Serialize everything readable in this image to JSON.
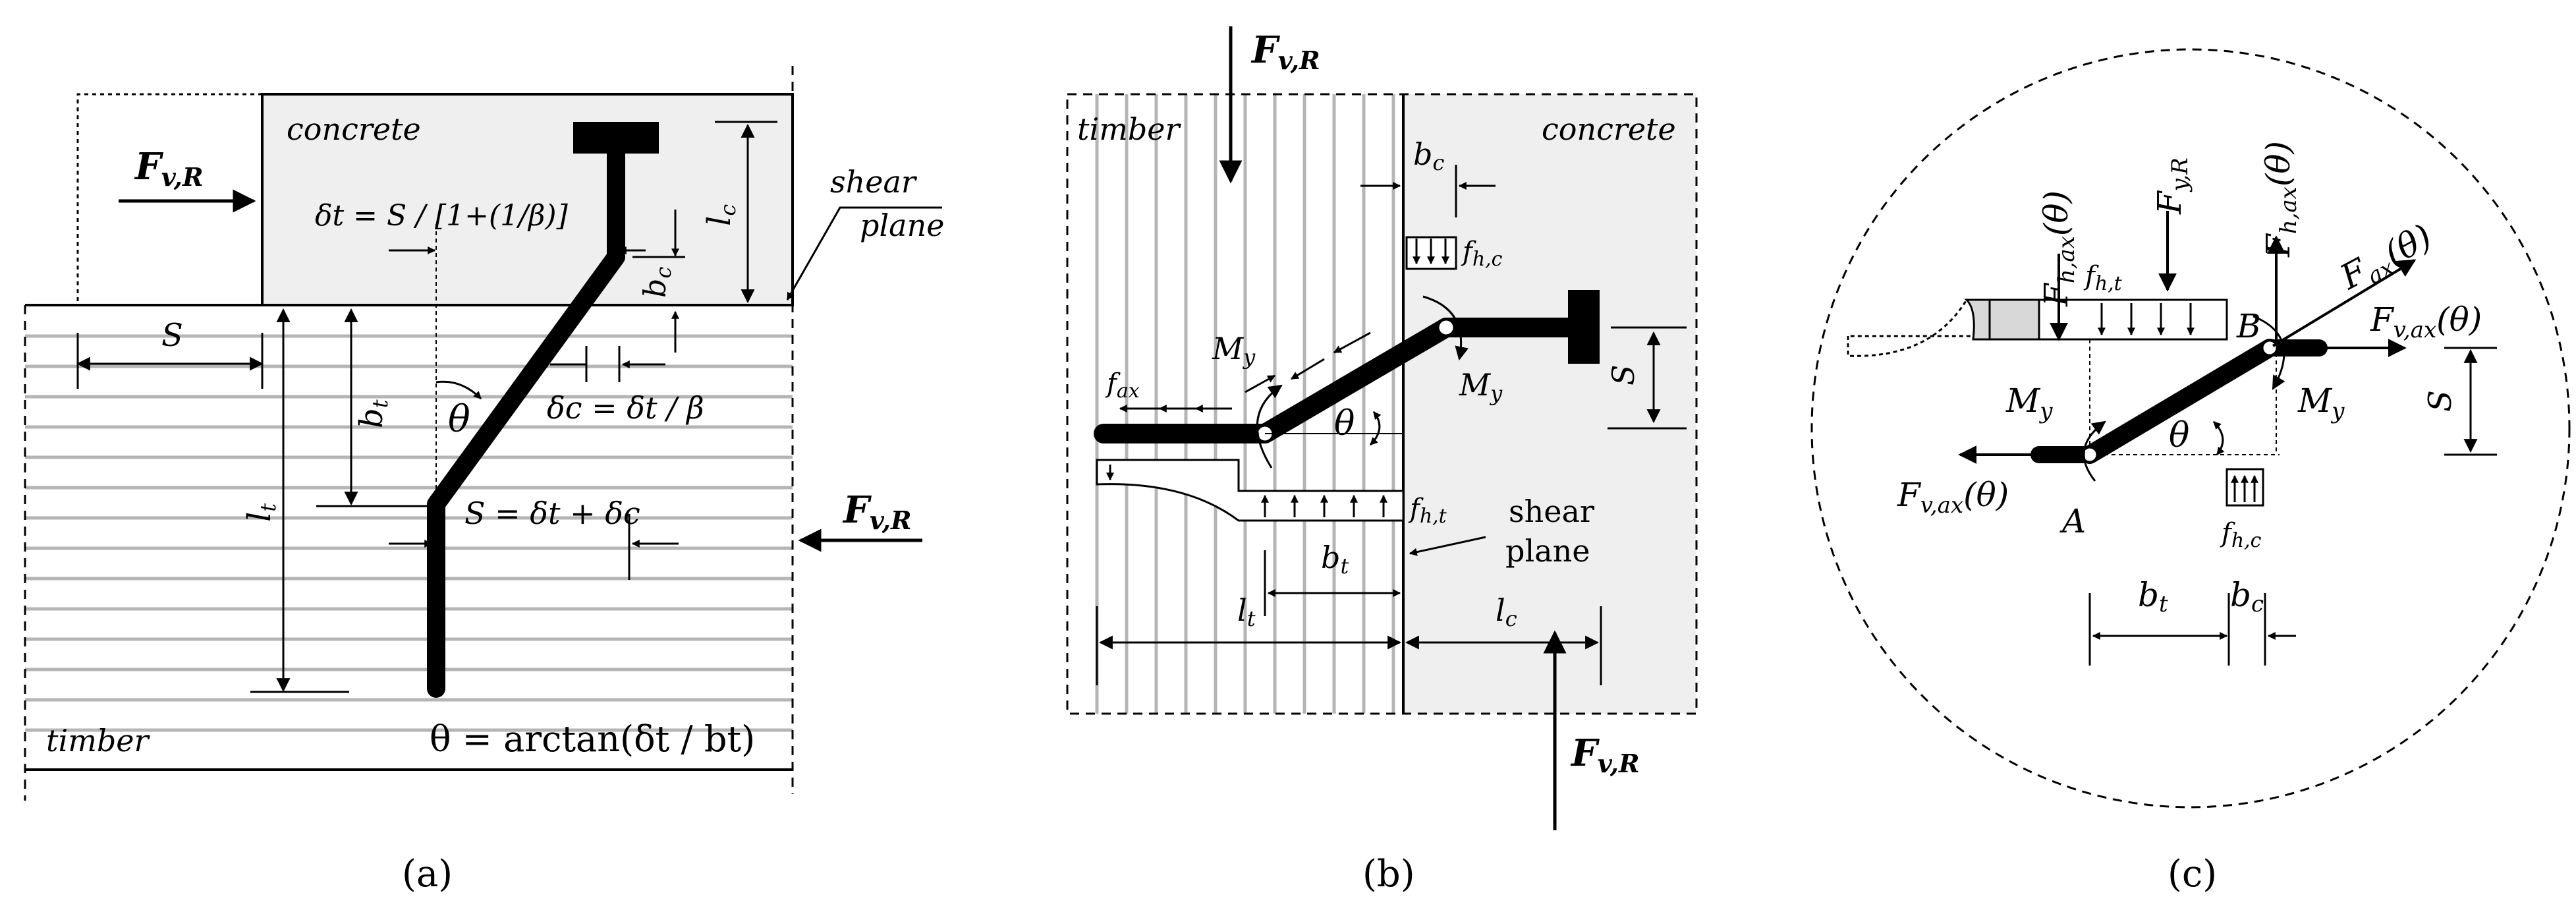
{
  "panel_a": {
    "caption": "(a)",
    "concrete": "concrete",
    "timber": "timber",
    "shear_1": "shear",
    "shear_2": "plane",
    "F_base": "F",
    "F_sub": "v,R",
    "S": "S",
    "lc": "l",
    "lc_sub": "c",
    "bc": "b",
    "bc_sub": "c",
    "bt": "b",
    "bt_sub": "t",
    "lt": "l",
    "lt_sub": "t",
    "theta": "θ",
    "eq_delta_t": "δt = S / [1+(1/β)]",
    "eq_delta_c": "δc = δt / β",
    "eq_S": "S = δt + δc",
    "eq_theta": "θ = arctan(δt / bt)"
  },
  "panel_b": {
    "caption": "(b)",
    "timber": "timber",
    "concrete": "concrete",
    "F_base": "F",
    "F_sub": "v,R",
    "bc": "b",
    "bc_sub": "c",
    "fhc": "f",
    "fhc_sub": "h,c",
    "fax": "f",
    "fax_sub": "ax",
    "My": "M",
    "My_sub": "y",
    "theta": "θ",
    "S": "S",
    "fht": "f",
    "fht_sub": "h,t",
    "shear_1": "shear",
    "shear_2": "plane",
    "bt": "b",
    "bt_sub": "t",
    "lt": "l",
    "lt_sub": "t",
    "lc": "l",
    "lc_sub": "c"
  },
  "panel_c": {
    "caption": "(c)",
    "Fhax": "F",
    "Fhax_sub": "h,ax",
    "Fhax_arg": "(θ)",
    "FyR": "F",
    "FyR_sub": "y,R",
    "fht": "f",
    "fht_sub": "h,t",
    "Fax": "F",
    "Fax_sub": "ax",
    "Fax_arg": "(θ)",
    "Fvax": "F",
    "Fvax_sub": "v,ax",
    "Fvax_arg": "(θ)",
    "B": "B",
    "A": "A",
    "My": "M",
    "My_sub": "y",
    "S": "S",
    "theta": "θ",
    "fhc": "f",
    "fhc_sub": "h,c",
    "bt": "b",
    "bt_sub": "t",
    "bc": "b",
    "bc_sub": "c"
  }
}
